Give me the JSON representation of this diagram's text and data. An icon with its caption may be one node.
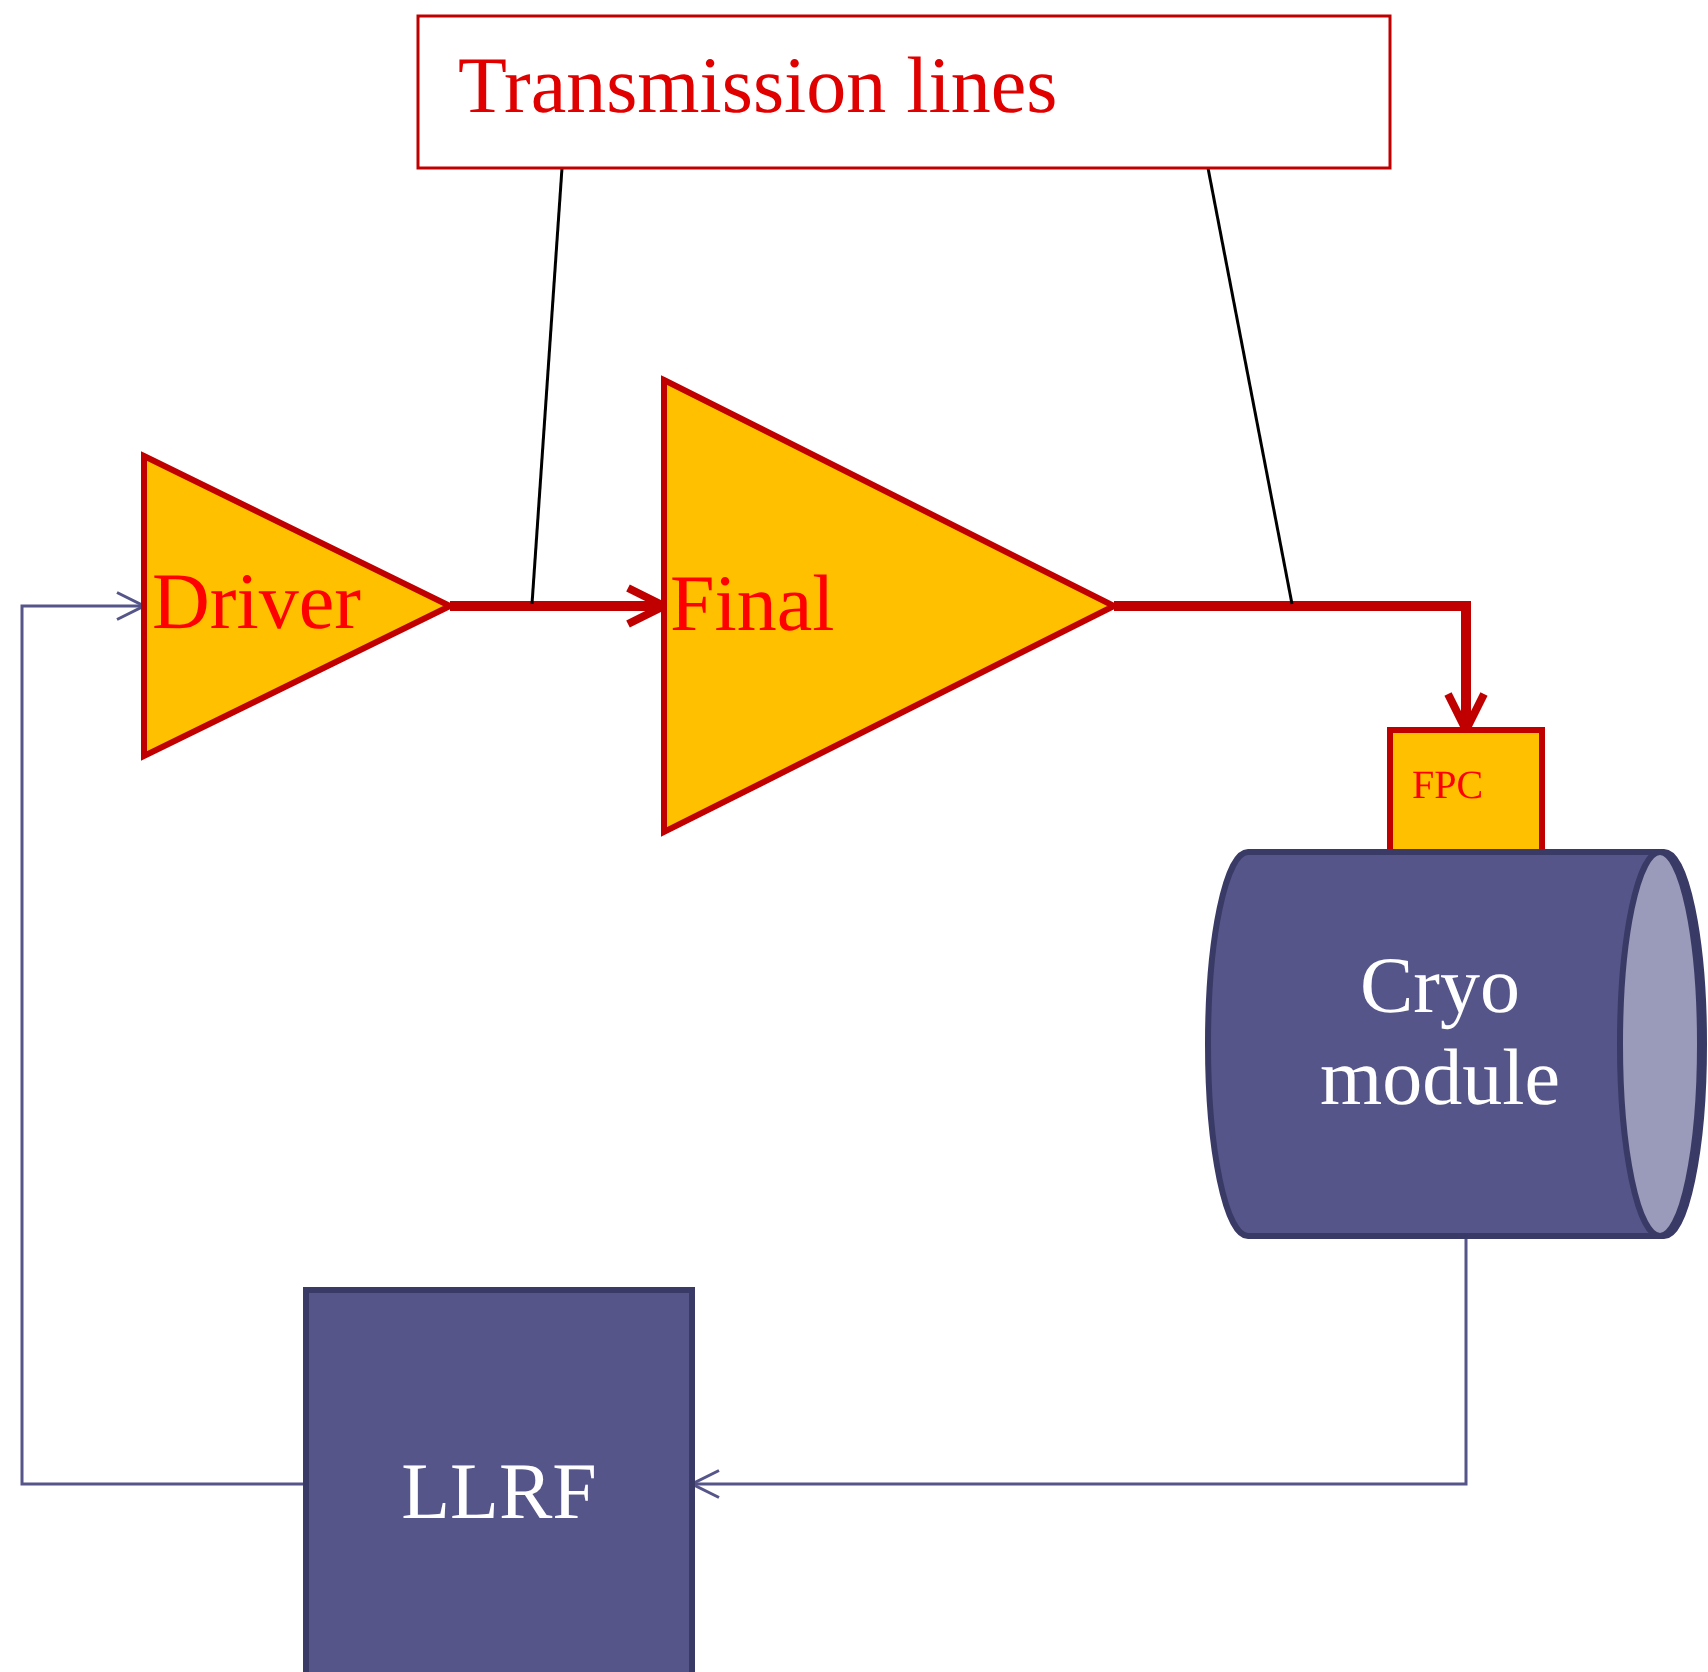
{
  "diagram": {
    "nodes": [
      {
        "text": [
          "Transmission lines"
        ]
      },
      {
        "text": [
          "Driver"
        ]
      },
      {
        "text": [
          "Final"
        ]
      },
      {
        "text": [
          "FPC"
        ]
      },
      {
        "text": [
          "Cryo module"
        ]
      },
      {
        "text": [
          "LLRF"
        ]
      }
    ],
    "edges": [
      {
        "from": 1,
        "to": 2,
        "arrow": "to",
        "style": "thick",
        "color": "#c00000"
      },
      {
        "from": 2,
        "to": 3,
        "arrow": "to",
        "style": "thick",
        "color": "#c00000"
      },
      {
        "from": 4,
        "to": 5,
        "arrow": "to",
        "color": "#55558a"
      },
      {
        "from": 5,
        "to": 1,
        "arrow": "to",
        "color": "#55558a"
      },
      {
        "from": 0,
        "to": null,
        "arrow": "none",
        "color": "#000000"
      },
      {
        "from": 0,
        "to": null,
        "arrow": "none",
        "color": "#000000"
      }
    ]
  }
}
